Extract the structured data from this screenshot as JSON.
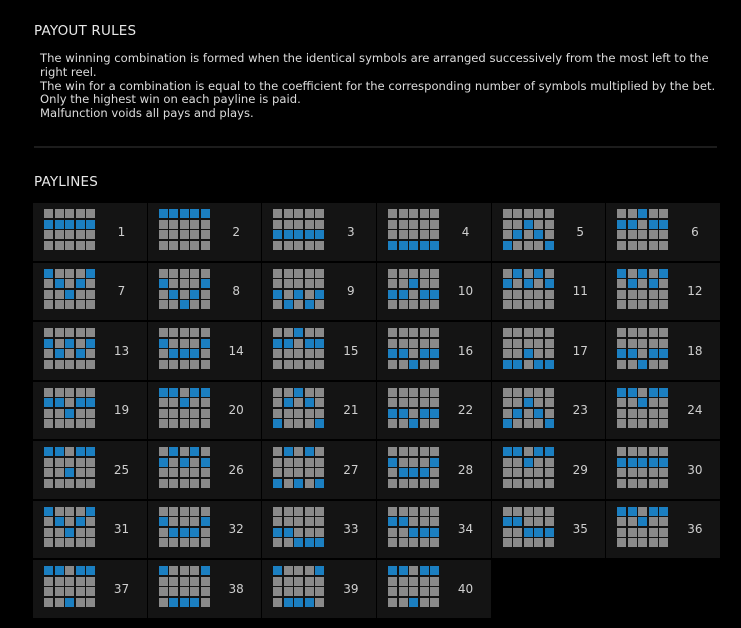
{
  "payout_rules": {
    "title": "PAYOUT RULES",
    "lines": [
      "The winning combination is formed when the identical symbols are arranged successively from the most left to the right reel.",
      "The win for a combination is equal to the coefficient for the corresponding number of symbols multiplied by the bet.",
      "Only the highest win on each payline is paid.",
      "Malfunction voids all pays and plays."
    ]
  },
  "paylines": {
    "title": "PAYLINES",
    "colors": {
      "active": "#1b7fc1",
      "inactive": "#8a8a8a",
      "cell_bg": "#141414"
    },
    "items": [
      {
        "number": "1",
        "rows": [
          1,
          1,
          1,
          1,
          1
        ]
      },
      {
        "number": "2",
        "rows": [
          0,
          0,
          0,
          0,
          0
        ]
      },
      {
        "number": "3",
        "rows": [
          2,
          2,
          2,
          2,
          2
        ]
      },
      {
        "number": "4",
        "rows": [
          3,
          3,
          3,
          3,
          3
        ]
      },
      {
        "number": "5",
        "rows": [
          3,
          2,
          1,
          2,
          3
        ]
      },
      {
        "number": "6",
        "rows": [
          1,
          1,
          0,
          1,
          1
        ]
      },
      {
        "number": "7",
        "rows": [
          0,
          1,
          2,
          1,
          0
        ]
      },
      {
        "number": "8",
        "rows": [
          1,
          2,
          3,
          2,
          1
        ]
      },
      {
        "number": "9",
        "rows": [
          2,
          3,
          2,
          3,
          2
        ]
      },
      {
        "number": "10",
        "rows": [
          2,
          2,
          1,
          2,
          2
        ]
      },
      {
        "number": "11",
        "rows": [
          1,
          0,
          1,
          0,
          1
        ]
      },
      {
        "number": "12",
        "rows": [
          0,
          1,
          0,
          1,
          0
        ]
      },
      {
        "number": "13",
        "rows": [
          1,
          2,
          1,
          2,
          1
        ]
      },
      {
        "number": "14",
        "rows": [
          1,
          2,
          2,
          2,
          1
        ]
      },
      {
        "number": "15",
        "rows": [
          1,
          1,
          0,
          1,
          1
        ]
      },
      {
        "number": "16",
        "rows": [
          2,
          2,
          3,
          2,
          2
        ]
      },
      {
        "number": "17",
        "rows": [
          3,
          3,
          2,
          3,
          3
        ]
      },
      {
        "number": "18",
        "rows": [
          2,
          2,
          3,
          2,
          2
        ]
      },
      {
        "number": "19",
        "rows": [
          1,
          1,
          2,
          1,
          1
        ]
      },
      {
        "number": "20",
        "rows": [
          0,
          0,
          1,
          0,
          0
        ]
      },
      {
        "number": "21",
        "rows": [
          3,
          1,
          0,
          1,
          3
        ]
      },
      {
        "number": "22",
        "rows": [
          2,
          2,
          3,
          2,
          2
        ]
      },
      {
        "number": "23",
        "rows": [
          3,
          2,
          1,
          2,
          3
        ]
      },
      {
        "number": "24",
        "rows": [
          0,
          0,
          1,
          0,
          0
        ]
      },
      {
        "number": "25",
        "rows": [
          0,
          0,
          2,
          0,
          0
        ]
      },
      {
        "number": "26",
        "rows": [
          1,
          0,
          1,
          0,
          1
        ]
      },
      {
        "number": "27",
        "rows": [
          3,
          0,
          3,
          0,
          3
        ]
      },
      {
        "number": "28",
        "rows": [
          1,
          2,
          2,
          2,
          1
        ]
      },
      {
        "number": "29",
        "rows": [
          0,
          0,
          1,
          0,
          0
        ]
      },
      {
        "number": "30",
        "rows": [
          1,
          1,
          1,
          1,
          1
        ]
      },
      {
        "number": "31",
        "rows": [
          0,
          1,
          2,
          1,
          0
        ]
      },
      {
        "number": "32",
        "rows": [
          1,
          2,
          2,
          2,
          1
        ]
      },
      {
        "number": "33",
        "rows": [
          2,
          2,
          3,
          3,
          3
        ]
      },
      {
        "number": "34",
        "rows": [
          1,
          1,
          2,
          2,
          2
        ]
      },
      {
        "number": "35",
        "rows": [
          1,
          1,
          2,
          2,
          2
        ]
      },
      {
        "number": "36",
        "rows": [
          0,
          0,
          1,
          0,
          0
        ]
      },
      {
        "number": "37",
        "rows": [
          0,
          0,
          3,
          0,
          0
        ]
      },
      {
        "number": "38",
        "rows": [
          0,
          3,
          3,
          3,
          0
        ]
      },
      {
        "number": "39",
        "rows": [
          0,
          3,
          3,
          3,
          0
        ]
      },
      {
        "number": "40",
        "rows": [
          0,
          0,
          3,
          0,
          0
        ]
      }
    ]
  }
}
